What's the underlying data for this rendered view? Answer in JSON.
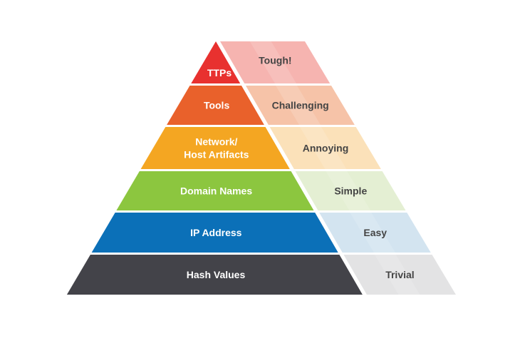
{
  "title": "Pyramid of Pain",
  "levels": [
    {
      "indicator": [
        "TTPs"
      ],
      "difficulty": "Tough!",
      "color": "#e8312f",
      "light": "#f6b4b0"
    },
    {
      "indicator": [
        "Tools"
      ],
      "difficulty": "Challenging",
      "color": "#e9612b",
      "light": "#f6c3a8"
    },
    {
      "indicator": [
        "Network/",
        "Host Artifacts"
      ],
      "difficulty": "Annoying",
      "color": "#f4a622",
      "light": "#fbe1b9"
    },
    {
      "indicator": [
        "Domain Names"
      ],
      "difficulty": "Simple",
      "color": "#8cc63f",
      "light": "#e4efd3"
    },
    {
      "indicator": [
        "IP Address"
      ],
      "difficulty": "Easy",
      "color": "#0b70b8",
      "light": "#d3e4f0"
    },
    {
      "indicator": [
        "Hash Values"
      ],
      "difficulty": "Trivial",
      "color": "#434349",
      "light": "#e3e3e4"
    }
  ]
}
